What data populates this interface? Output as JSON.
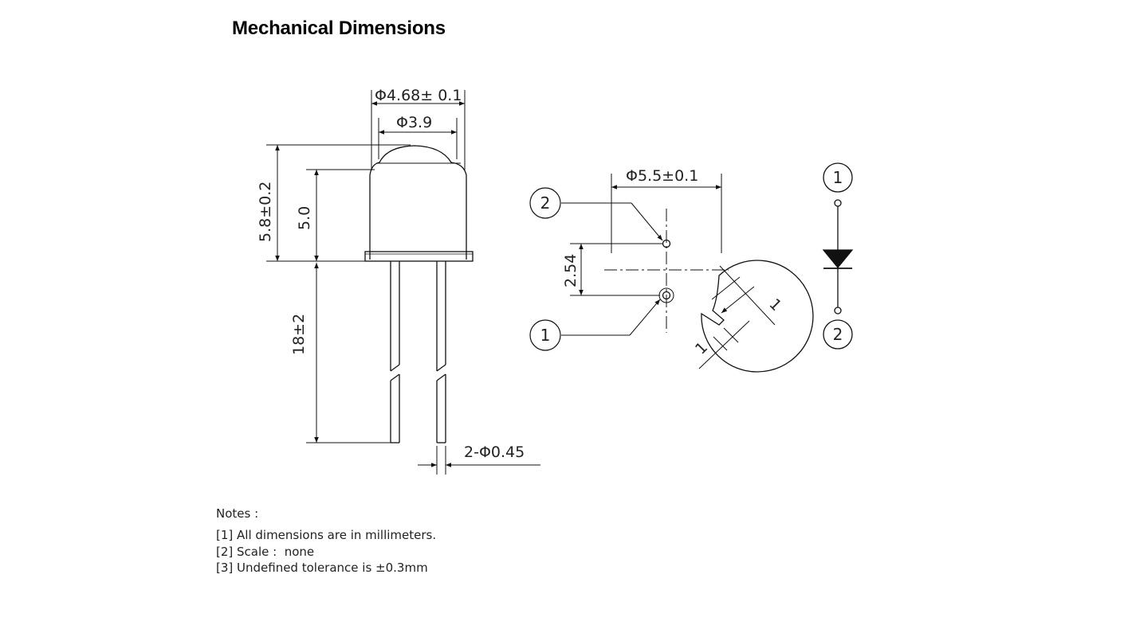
{
  "title": "Mechanical Dimensions",
  "side_view": {
    "outer_diameter": "Φ4.68± 0.1",
    "inner_diameter": "Φ3.9",
    "total_height": "5.8±0.2",
    "body_height": "5.0",
    "lead_length": "18±2",
    "lead_diameter": "2-Φ0.45"
  },
  "bottom_view": {
    "flange_diameter": "Φ5.5±0.1",
    "pin_spacing": "2.54",
    "flat_dim_1": "1",
    "flat_dim_2": "1",
    "pin_2_label": "2",
    "pin_1_label": "1"
  },
  "symbol": {
    "anode_label": "1",
    "cathode_label": "2"
  },
  "notes": {
    "header": "Notes :",
    "items": [
      "[1] All dimensions are in millimeters.",
      "[2] Scale :  none",
      "[3] Undefined tolerance is ±0.3mm"
    ]
  }
}
